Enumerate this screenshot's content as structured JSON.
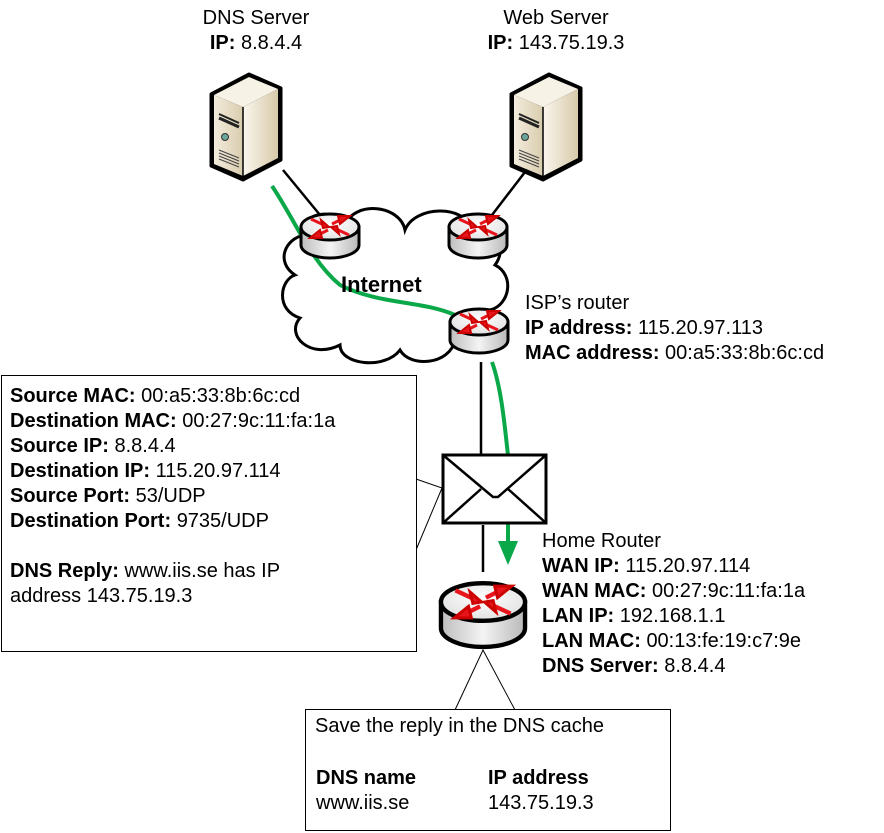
{
  "colors": {
    "flow": "#0ba84a",
    "arrow_red": "#e8141c",
    "server_body": "#e9e0cc",
    "router_body": "#e6e6e6"
  },
  "dns_server": {
    "title": "DNS Server",
    "ip_label": "IP:",
    "ip_value": "8.8.4.4",
    "icon": "server-icon"
  },
  "web_server": {
    "title": "Web Server",
    "ip_label": "IP:",
    "ip_value": "143.75.19.3",
    "icon": "server-icon"
  },
  "internet": {
    "label": "Internet",
    "icon": "cloud-icon"
  },
  "isp_router": {
    "title": "ISP’s router",
    "fields": [
      {
        "label": "IP address:",
        "value": "115.20.97.113"
      },
      {
        "label": "MAC address:",
        "value": "00:a5:33:8b:6c:cd"
      }
    ],
    "icon": "router-icon"
  },
  "packet": {
    "icon": "envelope-icon",
    "fields": [
      {
        "label": "Source MAC:",
        "value": "00:a5:33:8b:6c:cd"
      },
      {
        "label": "Destination MAC:",
        "value": "00:27:9c:11:fa:1a"
      },
      {
        "label": "Source IP:",
        "value": "8.8.4.4"
      },
      {
        "label": "Destination IP:",
        "value": "115.20.97.114"
      },
      {
        "label": "Source Port:",
        "value": "53/UDP"
      },
      {
        "label": "Destination Port:",
        "value": "9735/UDP"
      }
    ],
    "reply_label": "DNS Reply:",
    "reply_line1": "www.iis.se has IP",
    "reply_line2": "address 143.75.19.3"
  },
  "home_router": {
    "title": "Home Router",
    "fields": [
      {
        "label": "WAN IP:",
        "value": "115.20.97.114"
      },
      {
        "label": "WAN MAC:",
        "value": "00:27:9c:11:fa:1a"
      },
      {
        "label": "LAN IP:",
        "value": "192.168.1.1"
      },
      {
        "label": "LAN MAC:",
        "value": "00:13:fe:19:c7:9e"
      },
      {
        "label": "DNS Server:",
        "value": "8.8.4.4"
      }
    ],
    "icon": "router-icon"
  },
  "dns_cache": {
    "caption": "Save the reply in the DNS cache",
    "headers": [
      "DNS name",
      "IP address"
    ],
    "rows": [
      [
        "www.iis.se",
        "143.75.19.3"
      ]
    ]
  }
}
